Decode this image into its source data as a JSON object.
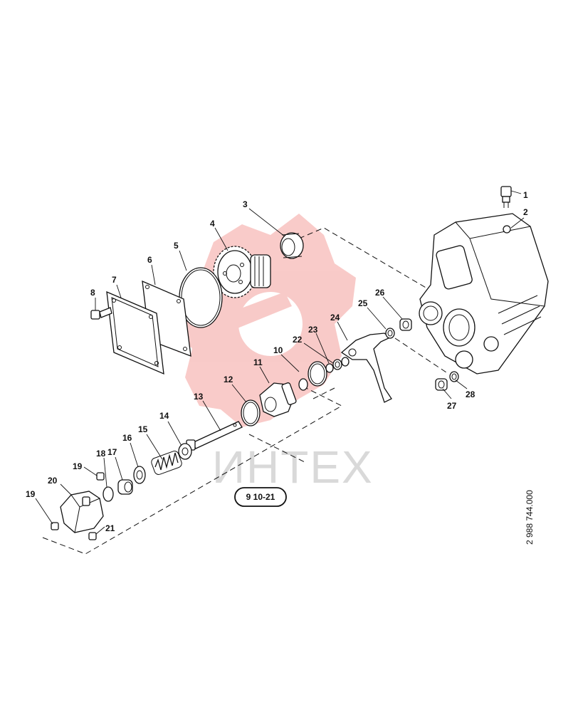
{
  "watermark": {
    "text": "ИНТЕХ",
    "color": "#e8463c"
  },
  "reference": {
    "label": "9 10-21"
  },
  "drawing_number": "2 988 744.000",
  "callouts": [
    {
      "id": "1",
      "label": "1"
    },
    {
      "id": "2",
      "label": "2"
    },
    {
      "id": "3",
      "label": "3"
    },
    {
      "id": "4",
      "label": "4"
    },
    {
      "id": "5",
      "label": "5"
    },
    {
      "id": "6",
      "label": "6"
    },
    {
      "id": "7",
      "label": "7"
    },
    {
      "id": "8",
      "label": "8"
    },
    {
      "id": "10",
      "label": "10"
    },
    {
      "id": "11",
      "label": "11"
    },
    {
      "id": "12",
      "label": "12"
    },
    {
      "id": "13",
      "label": "13"
    },
    {
      "id": "14",
      "label": "14"
    },
    {
      "id": "15",
      "label": "15"
    },
    {
      "id": "16",
      "label": "16"
    },
    {
      "id": "17",
      "label": "17"
    },
    {
      "id": "18",
      "label": "18"
    },
    {
      "id": "19a",
      "label": "19"
    },
    {
      "id": "19b",
      "label": "19"
    },
    {
      "id": "20",
      "label": "20"
    },
    {
      "id": "21",
      "label": "21"
    },
    {
      "id": "22",
      "label": "22"
    },
    {
      "id": "23",
      "label": "23"
    },
    {
      "id": "24",
      "label": "24"
    },
    {
      "id": "25",
      "label": "25"
    },
    {
      "id": "26",
      "label": "26"
    },
    {
      "id": "27",
      "label": "27"
    },
    {
      "id": "28",
      "label": "28"
    }
  ]
}
